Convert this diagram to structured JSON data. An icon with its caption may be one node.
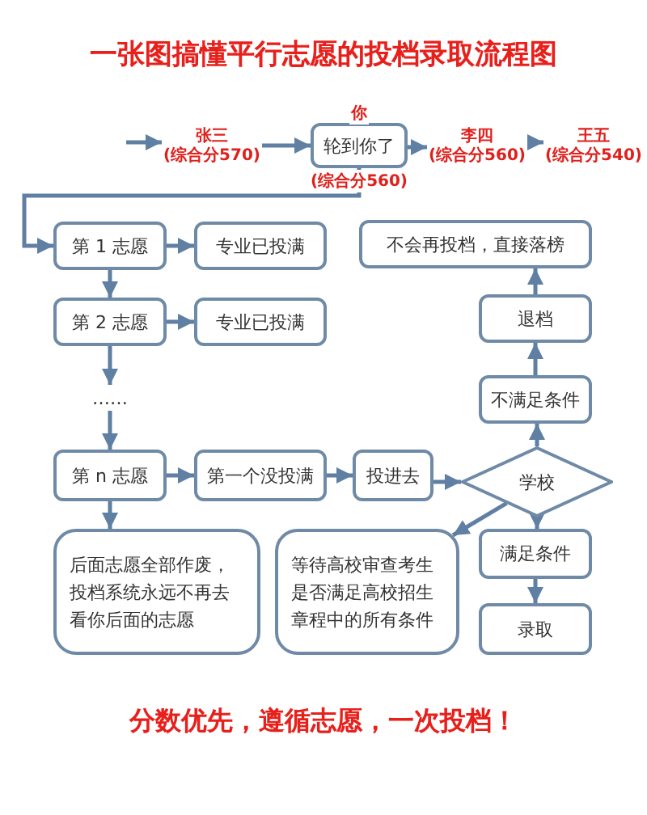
{
  "diagram": {
    "title": "一张图搞懂平行志愿的投档录取流程图",
    "caption": "分数优先，遵循志愿，一次投档！",
    "nodes": [
      {
        "text": [
          "张三",
          "(综合分570)"
        ]
      },
      {
        "text": [
          "轮到你了"
        ],
        "beside": [
          "你",
          "(综合分560)"
        ]
      },
      {
        "text": [
          "李四",
          "(综合分560)"
        ]
      },
      {
        "text": [
          "王五",
          "(综合分540)"
        ]
      },
      {
        "text": [
          "第 1 志愿"
        ]
      },
      {
        "text": [
          "专业已投满"
        ]
      },
      {
        "text": [
          "第 2 志愿"
        ]
      },
      {
        "text": [
          "专业已投满"
        ]
      },
      {
        "text": [
          "……"
        ]
      },
      {
        "text": [
          "第 n 志愿"
        ]
      },
      {
        "text": [
          "第一个没投满"
        ]
      },
      {
        "text": [
          "投进去"
        ]
      },
      {
        "text": [
          "学校"
        ]
      },
      {
        "text": [
          "不满足条件"
        ]
      },
      {
        "text": [
          "退档"
        ]
      },
      {
        "text": [
          "不会再投档，直接落榜"
        ]
      },
      {
        "text": [
          "后面志愿全部作废，投档系统永远不再去看你后面的志愿"
        ]
      },
      {
        "text": [
          "等待高校审查考生是否满足高校招生章程中的所有条件"
        ]
      },
      {
        "text": [
          "满足条件"
        ]
      },
      {
        "text": [
          "录取"
        ]
      }
    ],
    "edges": [
      {
        "from": null,
        "to": 0,
        "arrow": "to"
      },
      {
        "from": 0,
        "to": 1,
        "arrow": "to"
      },
      {
        "from": 1,
        "to": 2,
        "arrow": "to"
      },
      {
        "from": 2,
        "to": 3,
        "arrow": "to"
      },
      {
        "from": 1,
        "to": 4,
        "arrow": "to"
      },
      {
        "from": 4,
        "to": 5,
        "arrow": "to"
      },
      {
        "from": 4,
        "to": 6,
        "arrow": "to"
      },
      {
        "from": 6,
        "to": 7,
        "arrow": "to"
      },
      {
        "from": 6,
        "to": 8,
        "arrow": "to"
      },
      {
        "from": 8,
        "to": 9,
        "arrow": "to"
      },
      {
        "from": 9,
        "to": 10,
        "arrow": "to"
      },
      {
        "from": 10,
        "to": 11,
        "arrow": "to"
      },
      {
        "from": 11,
        "to": 12,
        "arrow": "to"
      },
      {
        "from": 12,
        "to": 13,
        "arrow": "to"
      },
      {
        "from": 13,
        "to": 14,
        "arrow": "to"
      },
      {
        "from": 14,
        "to": 15,
        "arrow": "to"
      },
      {
        "from": 9,
        "to": 16,
        "arrow": "to"
      },
      {
        "from": 12,
        "to": 17,
        "arrow": "to"
      },
      {
        "from": 12,
        "to": 18,
        "arrow": "to"
      },
      {
        "from": 18,
        "to": 19,
        "arrow": "to"
      }
    ]
  }
}
